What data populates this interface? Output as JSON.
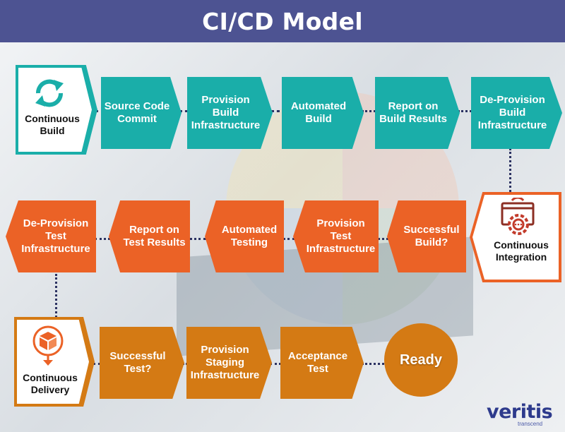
{
  "title": "CI/CD Model",
  "stages": {
    "build": "Continuous\nBuild",
    "integration": "Continuous\nIntegration",
    "delivery": "Continuous\nDelivery"
  },
  "row1": {
    "source_code_commit": "Source Code\nCommit",
    "provision_build_infra": "Provision\nBuild\nInfrastructure",
    "automated_build": "Automated\nBuild",
    "report_build_results": "Report on\nBuild Results",
    "deprovision_build_infra": "De-Provision\nBuild\nInfrastructure"
  },
  "row2": {
    "successful_build": "Successful\nBuild?",
    "provision_test_infra": "Provision\nTest\nInfrastructure",
    "automated_testing": "Automated\nTesting",
    "report_test_results": "Report on\nTest Results",
    "deprovision_test_infra": "De-Provision\nTest\nInfrastructure"
  },
  "row3": {
    "successful_test": "Successful\nTest?",
    "provision_staging_infra": "Provision\nStaging\nInfrastructure",
    "acceptance_test": "Acceptance\nTest",
    "ready": "Ready"
  },
  "logo": {
    "name": "veritis",
    "tagline": "transcend"
  },
  "colors": {
    "header": "#4d5392",
    "teal": "#1aaea9",
    "orange": "#eb6226",
    "brown": "#d47a14",
    "connector": "#2c3262"
  },
  "icons": {
    "build": "sync-arrows-icon",
    "integration": "gear-window-icon",
    "delivery": "package-delivery-icon"
  }
}
